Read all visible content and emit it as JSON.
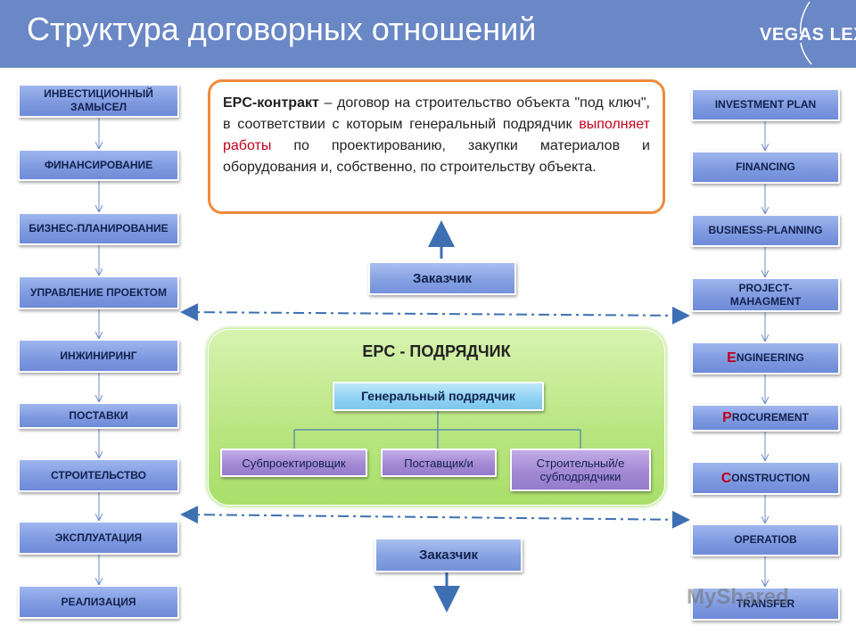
{
  "header": {
    "title": "Структура договорных отношений",
    "logo": "VEGAS LEX",
    "background": "#6a87c6"
  },
  "left_chain": [
    "ИНВЕСТИЦИОННЫЙ ЗАМЫСЕЛ",
    "ФИНАНСИРОВАНИЕ",
    "БИЗНЕС-ПЛАНИРОВАНИЕ",
    "УПРАВЛЕНИЕ ПРОЕКТОМ",
    "ИНЖИНИРИНГ",
    "ПОСТАВКИ",
    "СТРОИТЕЛЬСТВО",
    "ЭКСПЛУАТАЦИЯ",
    "РЕАЛИЗАЦИЯ"
  ],
  "right_chain": [
    {
      "cap": "",
      "rest": "INVESTMENT PLAN"
    },
    {
      "cap": "",
      "rest": "FINANCING"
    },
    {
      "cap": "",
      "rest": "BUSINESS-PLANNING"
    },
    {
      "cap": "",
      "rest": "PROJECT-MAHAGMENT"
    },
    {
      "cap": "E",
      "rest": "NGINEERING"
    },
    {
      "cap": "P",
      "rest": "ROCUREMENT"
    },
    {
      "cap": "C",
      "rest": "ONSTRUCTION"
    },
    {
      "cap": "",
      "rest": "OPERATIOB"
    },
    {
      "cap": "",
      "rest": "TRANSFER"
    }
  ],
  "description": {
    "term": "EPC-контракт",
    "text_1": " – договор на строительство объекта \"под ключ\", в соответствии с которым генеральный подрядчик ",
    "highlight": "выполняет работы",
    "text_2": " по проектированию, закупки материалов и оборудования и, собственно, по строительству объекта."
  },
  "customer_top": "Заказчик",
  "customer_bottom": "Заказчик",
  "epc": {
    "title": "EPC - ПОДРЯДЧИК",
    "general": "Генеральный подрядчик",
    "subs": [
      "Субпроектировщик",
      "Поставщик/и",
      "Строительный/е субподрядчики"
    ]
  },
  "watermark": "MyShared",
  "colors": {
    "box_blue": "#7f9ae0",
    "sub_purple": "#a389d4",
    "gc_cyan": "#8fd2f2",
    "panel_green": "#b8e57f",
    "border_orange": "#f08a3c",
    "highlight_red": "#c3001b",
    "arrow_blue": "#3e6fb3"
  }
}
